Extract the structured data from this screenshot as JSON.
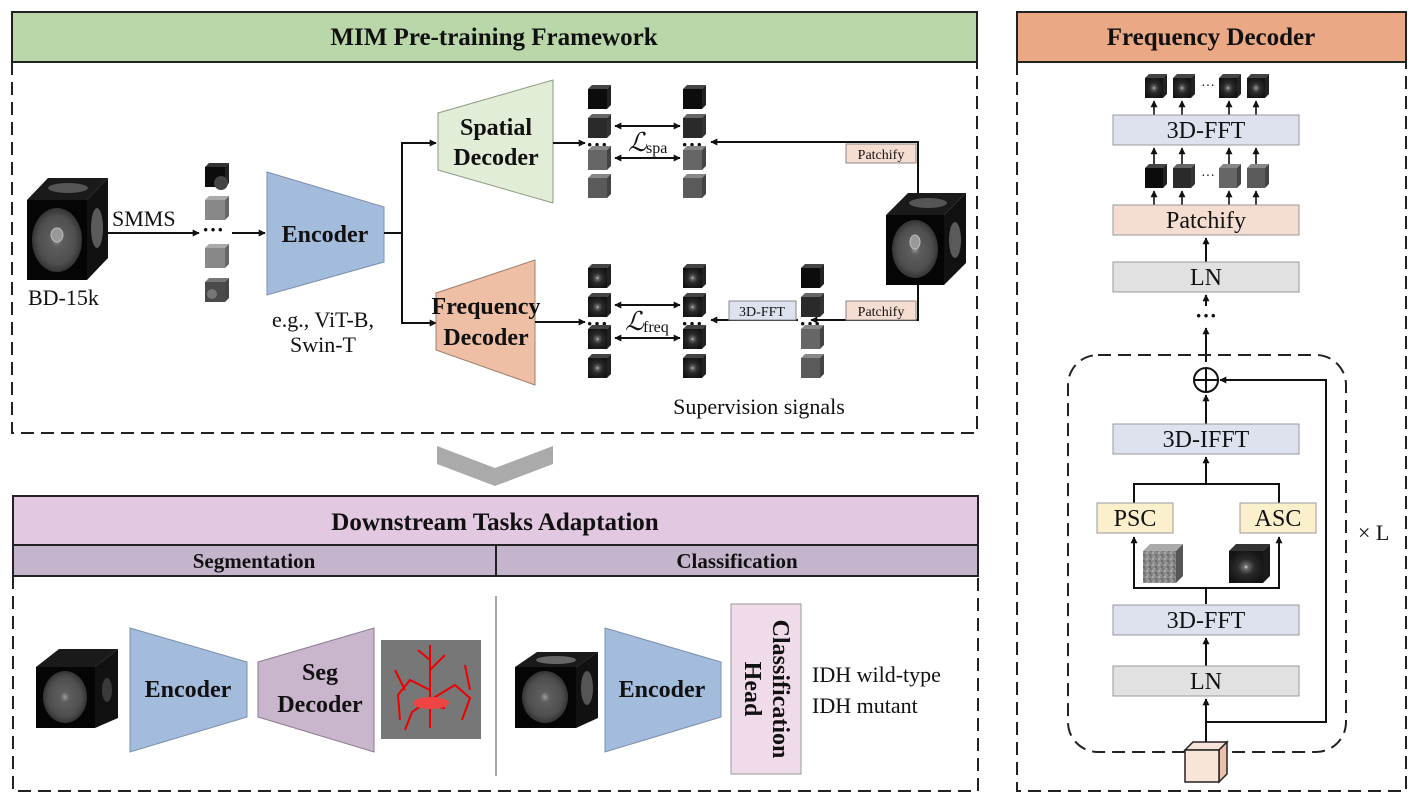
{
  "colors": {
    "pretrain_header": "#b9d7a8",
    "freq_header": "#eba884",
    "downstream_header": "#e2c8e0",
    "task_header": "#c4b5cc",
    "encoder": "#a4bcdc",
    "spatial_decoder": "#e1edd7",
    "frequency_decoder": "#eebfa4",
    "seg_decoder": "#c9b5cc",
    "cls_head": "#efdbea",
    "fft_block": "#dde2ee",
    "patchify_block": "#f6ddd2",
    "ln_block": "#e2e1e2",
    "sc_block": "#fcf0cc",
    "arrow_grey": "#aaaaaa"
  },
  "pretrain": {
    "title": "MIM Pre-training Framework",
    "dataset_label": "BD-15k",
    "sampling_label": "SMMS",
    "ellipsis": "···",
    "encoder_label": "Encoder",
    "encoder_examples_line1": "e.g., ViT-B,",
    "encoder_examples_line2": "Swin-T",
    "spatial_decoder_line1": "Spatial",
    "spatial_decoder_line2": "Decoder",
    "frequency_decoder_line1": "Frequency",
    "frequency_decoder_line2": "Decoder",
    "loss_spatial_symbol": "ℒ",
    "loss_spatial_sub": "spa",
    "loss_freq_symbol": "ℒ",
    "loss_freq_sub": "freq",
    "patchify_label": "Patchify",
    "fft_label": "3D-FFT",
    "supervision_label": "Supervision signals"
  },
  "downstream": {
    "title": "Downstream Tasks Adaptation",
    "segmentation": {
      "header": "Segmentation",
      "encoder_label": "Encoder",
      "decoder_line1": "Seg",
      "decoder_line2": "Decoder"
    },
    "classification": {
      "header": "Classification",
      "encoder_label": "Encoder",
      "head_line1": "Classification",
      "head_line2": "Head",
      "classes": [
        "IDH wild-type",
        "IDH mutant"
      ]
    }
  },
  "freq_decoder_panel": {
    "title": "Frequency Decoder",
    "top_fft": "3D-FFT",
    "patchify": "Patchify",
    "ln_top": "LN",
    "ellipsis": "⋮",
    "ellipsis_h": "···",
    "ifft": "3D-IFFT",
    "psc": "PSC",
    "asc": "ASC",
    "fft_inner": "3D-FFT",
    "ln_inner": "LN",
    "repeat_label": "× L"
  }
}
